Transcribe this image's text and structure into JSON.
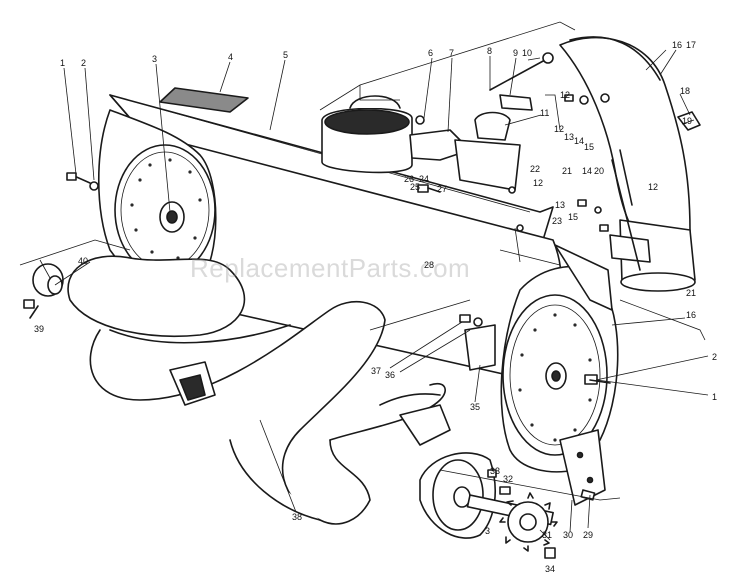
{
  "watermark": "ReplacementParts.com",
  "callouts": [
    {
      "id": "1a",
      "label": "1"
    },
    {
      "id": "2a",
      "label": "2"
    },
    {
      "id": "3a",
      "label": "3"
    },
    {
      "id": "4",
      "label": "4"
    },
    {
      "id": "5",
      "label": "5"
    },
    {
      "id": "6",
      "label": "6"
    },
    {
      "id": "7",
      "label": "7"
    },
    {
      "id": "8",
      "label": "8"
    },
    {
      "id": "9",
      "label": "9"
    },
    {
      "id": "10",
      "label": "10"
    },
    {
      "id": "11",
      "label": "11"
    },
    {
      "id": "12a",
      "label": "12"
    },
    {
      "id": "12b",
      "label": "12"
    },
    {
      "id": "12c",
      "label": "12"
    },
    {
      "id": "12d",
      "label": "12"
    },
    {
      "id": "13a",
      "label": "13"
    },
    {
      "id": "13b",
      "label": "13"
    },
    {
      "id": "14a",
      "label": "14"
    },
    {
      "id": "14b",
      "label": "14"
    },
    {
      "id": "15a",
      "label": "15"
    },
    {
      "id": "15b",
      "label": "15"
    },
    {
      "id": "16a",
      "label": "16"
    },
    {
      "id": "16b",
      "label": "16"
    },
    {
      "id": "17",
      "label": "17"
    },
    {
      "id": "18",
      "label": "18"
    },
    {
      "id": "19",
      "label": "19"
    },
    {
      "id": "20",
      "label": "20"
    },
    {
      "id": "21a",
      "label": "21"
    },
    {
      "id": "21b",
      "label": "21"
    },
    {
      "id": "22",
      "label": "22"
    },
    {
      "id": "23",
      "label": "23"
    },
    {
      "id": "24",
      "label": "24"
    },
    {
      "id": "25",
      "label": "25"
    },
    {
      "id": "26",
      "label": "26"
    },
    {
      "id": "27",
      "label": "27"
    },
    {
      "id": "28",
      "label": "28"
    },
    {
      "id": "29",
      "label": "29"
    },
    {
      "id": "30",
      "label": "30"
    },
    {
      "id": "31",
      "label": "31"
    },
    {
      "id": "32",
      "label": "32"
    },
    {
      "id": "33",
      "label": "33"
    },
    {
      "id": "34",
      "label": "34"
    },
    {
      "id": "35",
      "label": "35"
    },
    {
      "id": "36",
      "label": "36"
    },
    {
      "id": "37",
      "label": "37"
    },
    {
      "id": "38",
      "label": "38"
    },
    {
      "id": "39",
      "label": "39"
    },
    {
      "id": "40",
      "label": "40"
    },
    {
      "id": "1b",
      "label": "1"
    },
    {
      "id": "2b",
      "label": "2"
    },
    {
      "id": "3b",
      "label": "3"
    }
  ]
}
